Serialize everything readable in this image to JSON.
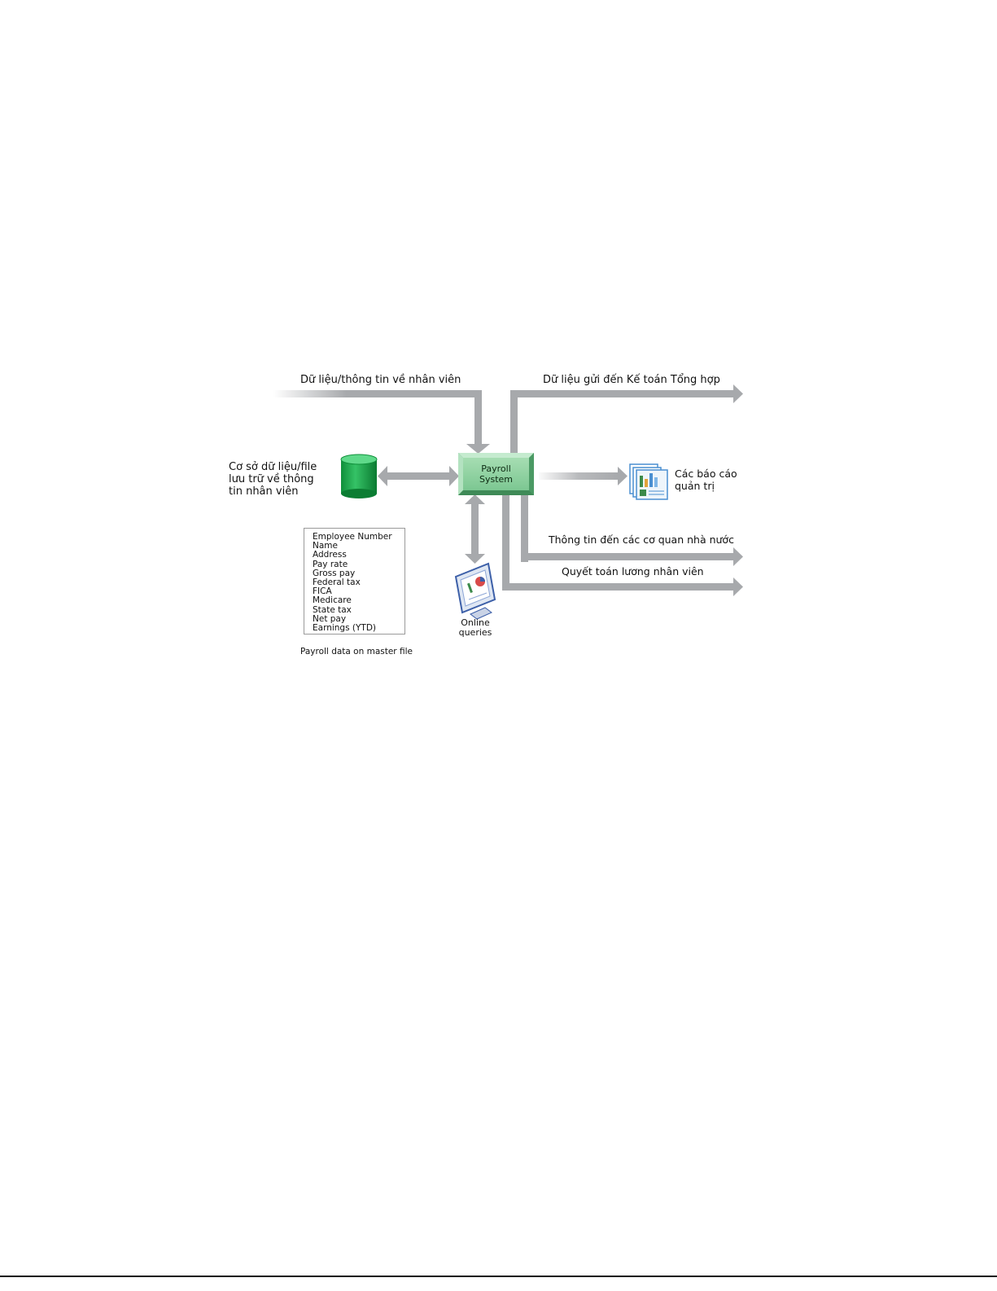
{
  "diagram": {
    "labels": {
      "employee_data": "Dữ liệu/thông tin về nhân viên",
      "gl_data": "Dữ liệu gửi đến Kế toán Tổng hợp",
      "database_line1": "Cơ sở dữ liệu/file",
      "database_line2": "lưu trữ về thông",
      "database_line3": "tin nhân viên",
      "payroll_line1": "Payroll",
      "payroll_line2": "System",
      "reports_line1": "Các báo cáo",
      "reports_line2": "quản trị",
      "gov_info": "Thông tin đến các cơ quan nhà nước",
      "settlement": "Quyết toán lương nhân viên",
      "online_line1": "Online",
      "online_line2": "queries",
      "master_caption": "Payroll data on master file"
    },
    "master_fields": [
      "Employee Number",
      "Name",
      "Address",
      "Pay rate",
      "Gross pay",
      "Federal tax",
      "FICA",
      "Medicare",
      "State tax",
      "Net pay",
      "Earnings (YTD)"
    ],
    "colors": {
      "arrow": "#a7a9ac",
      "payroll_box": "#8fd3a1",
      "database": "#1aa84a",
      "report": "#4a8fd1"
    }
  }
}
